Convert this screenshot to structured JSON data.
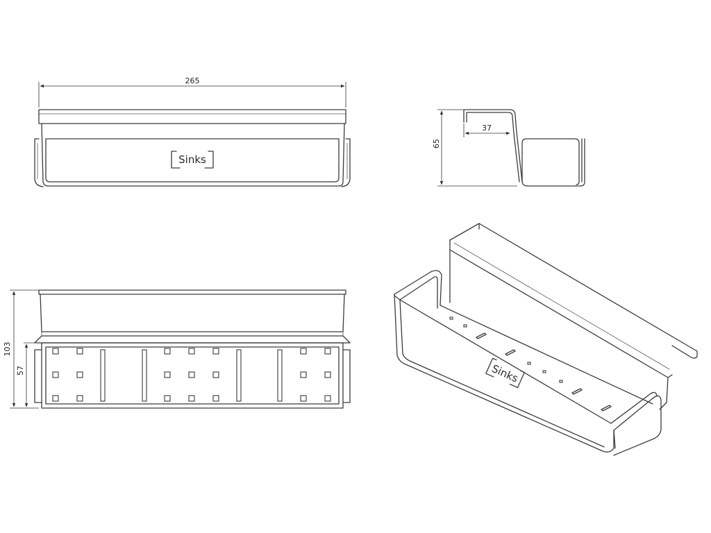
{
  "dimensions": {
    "width": "265",
    "depth": "37",
    "height": "65",
    "total_height": "103",
    "panel_height": "57"
  },
  "logo": {
    "text": "Sinks"
  },
  "colors": {
    "line": "#3a3a3a",
    "background": "#ffffff"
  }
}
